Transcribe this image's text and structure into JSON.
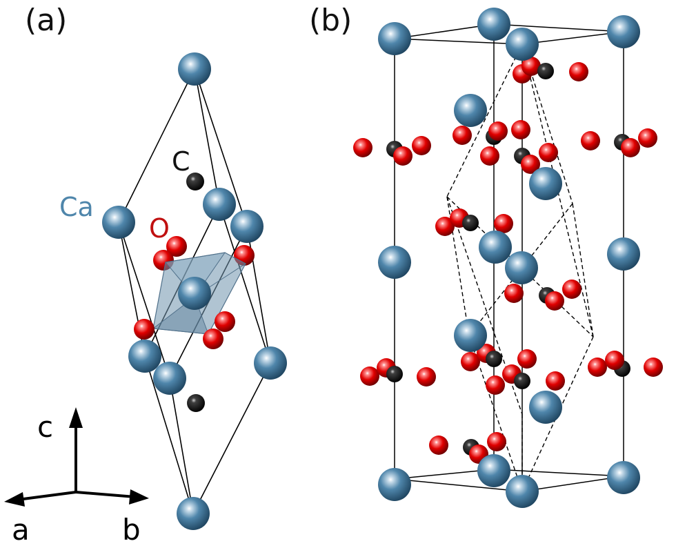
{
  "panel_a": {
    "tag": "(a)",
    "labels": {
      "ca": "Ca",
      "o": "O",
      "c": "C"
    }
  },
  "panel_b": {
    "tag": "(b)"
  },
  "axes": {
    "c": "c",
    "a": "a",
    "b": "b"
  },
  "colors": {
    "calcium": "#4f86ab",
    "oxygen": "#e30000",
    "carbon": "#101010",
    "ca_label": "#4f86ab",
    "o_label": "#c01010",
    "octahedron_fill": "#6f93ad"
  }
}
